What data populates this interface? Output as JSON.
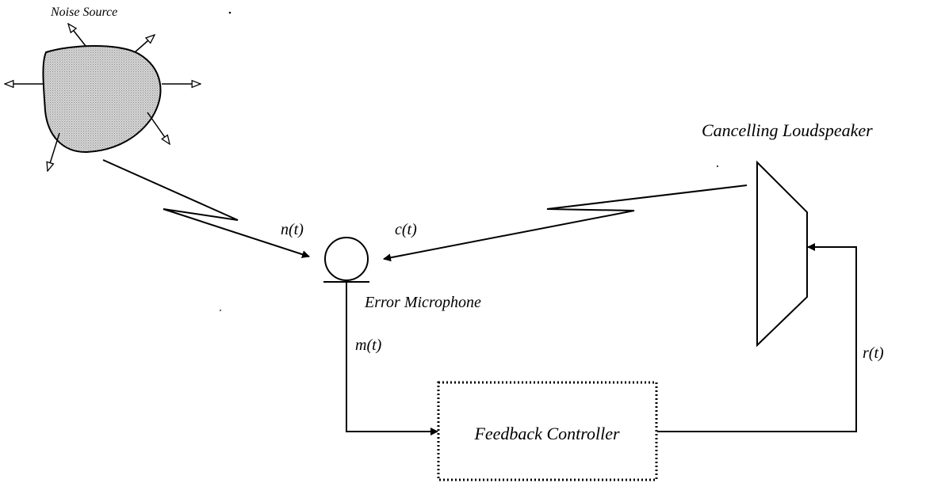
{
  "diagram": {
    "labels": {
      "noise_source": "Noise Source",
      "cancelling_loudspeaker": "Cancelling Loudspeaker",
      "error_microphone": "Error Microphone",
      "feedback_controller": "Feedback Controller",
      "noise_signal": "n(t)",
      "cancel_signal": "c(t)",
      "mic_signal": "m(t)",
      "ref_signal": "r(t)"
    },
    "colors": {
      "line": "#000000",
      "noise_blob_fill": "#bdbdbd",
      "background": "#ffffff"
    }
  }
}
